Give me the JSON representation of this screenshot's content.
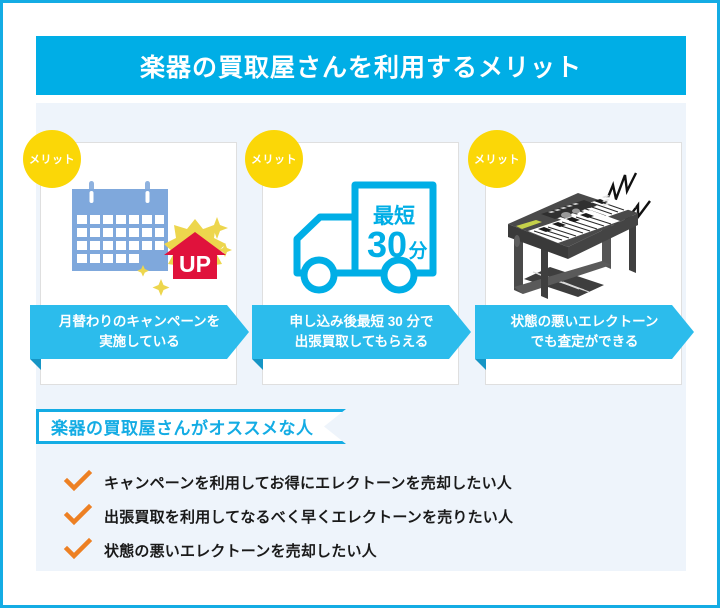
{
  "header": {
    "title": "楽器の買取屋さんを利用するメリット"
  },
  "colors": {
    "frame_border": "#14ace4",
    "header_bg": "#00AEE6",
    "panel_bg": "#eef4fb",
    "badge_yellow": "#FBD707",
    "ribbon_cyan": "#2CBCEC",
    "ribbon_fold": "#1695c5",
    "check_orange": "#ED8023",
    "calendar_blue": "#7FA8DC",
    "up_red": "#E0123C",
    "starburst_yellow": "#EDD64D",
    "organ_gray": "#4A4A4A",
    "organ_display": "#C5D14A",
    "text_dark": "#1a1a1a"
  },
  "cards": [
    {
      "badge": "メリット",
      "icon": "calendar-up-icon",
      "ribbon_lines": [
        "月替わりのキャンペーンを",
        "実施している"
      ]
    },
    {
      "badge": "メリット",
      "icon": "delivery-truck-icon",
      "truck_text": {
        "top": "最短",
        "number": "30",
        "unit": "分"
      },
      "ribbon_lines": [
        "申し込み後最短 30 分で",
        "出張買取してもらえる"
      ]
    },
    {
      "badge": "メリット",
      "icon": "electone-organ-icon",
      "ribbon_lines": [
        "状態の悪いエレクトーン",
        "でも査定ができる"
      ]
    }
  ],
  "calendar_icon": {
    "badge_text": "UP"
  },
  "recommend": {
    "section_title": "楽器の買取屋さんがオススメな人",
    "items": [
      "キャンペーンを利用してお得にエレクトーンを売却したい人",
      "出張買取を利用してなるべく早くエレクトーンを売りたい人",
      "状態の悪いエレクトーンを売却したい人"
    ]
  }
}
